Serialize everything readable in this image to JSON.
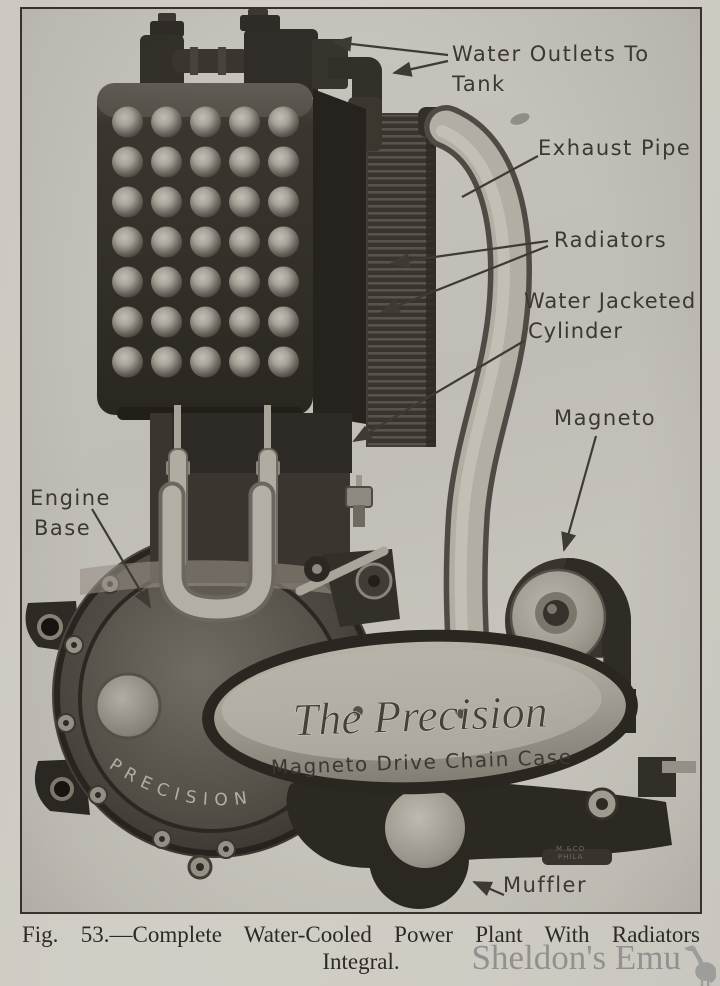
{
  "figure": {
    "labels": {
      "water_outlets_line1": "Water Outlets To",
      "water_outlets_line2": "Tank",
      "exhaust_pipe": "Exhaust Pipe",
      "radiators": "Radiators",
      "water_jacketed_line1": "Water Jacketed",
      "water_jacketed_line2": "Cylinder",
      "magneto": "Magneto",
      "engine_base_line1": "Engine",
      "engine_base_line2": "Base",
      "muffler": "Muffler"
    },
    "engine_markings": {
      "chain_case_script": "The Precision",
      "chain_case_subtitle": "Magneto Drive Chain Case",
      "crankcase_arc": "PRECISION",
      "maker_stamp_line1": "M.&CO",
      "maker_stamp_line2": "PHILA"
    }
  },
  "caption": {
    "line1": "Fig. 53.—Complete Water-Cooled Power Plant With Radiators",
    "line2": "Integral."
  },
  "watermark": {
    "text": "Sheldon's Emu"
  },
  "colors": {
    "page_bg": "#cfccc4",
    "photo_bg": "#c5c2bb",
    "frame": "#37332c",
    "label_ink": "#3b3731",
    "caption_ink": "#2d2a25",
    "watermark_gray": "#8d8d8b",
    "engine_dark": "#332f29",
    "pipe_light": "#b2aea4"
  }
}
